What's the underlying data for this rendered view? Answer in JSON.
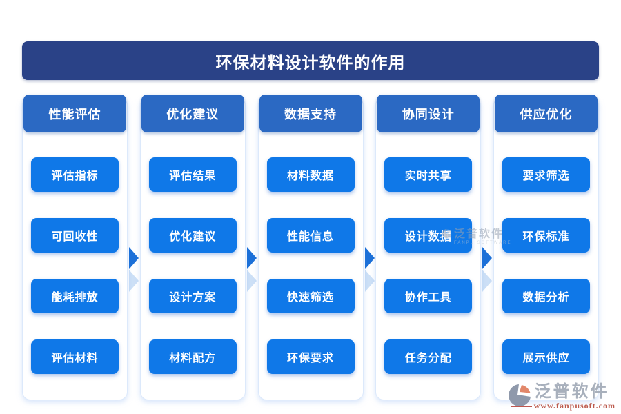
{
  "title": "环保材料设计软件的作用",
  "columns": [
    {
      "header": "性能评估",
      "items": [
        "评估指标",
        "可回收性",
        "能耗排放",
        "评估材料"
      ]
    },
    {
      "header": "优化建议",
      "items": [
        "评估结果",
        "优化建议",
        "设计方案",
        "材料配方"
      ]
    },
    {
      "header": "数据支持",
      "items": [
        "材料数据",
        "性能信息",
        "快速筛选",
        "环保要求"
      ]
    },
    {
      "header": "协同设计",
      "items": [
        "实时共享",
        "设计数据",
        "协作工具",
        "任务分配"
      ]
    },
    {
      "header": "供应优化",
      "items": [
        "要求筛选",
        "环保标准",
        "数据分析",
        "展示供应"
      ]
    }
  ],
  "watermark": {
    "brand": "泛普软件",
    "subtitle": "FANPU SOFTWARE"
  },
  "footer": {
    "brand": "泛普软件",
    "url": "www.fanpusoft.com"
  },
  "icons": {
    "arrow": "right-arrow-icon",
    "logo": "fanpu-logo-icon"
  },
  "colors": {
    "title_bar": "#2A4287",
    "column_header": "#2B69C3",
    "item_box": "#0F78E8",
    "panel_border": "#DCE9FB",
    "arrow": "#1C70D8",
    "brand_gray": "#A8B0BC",
    "url_red": "#BC5A4C"
  }
}
